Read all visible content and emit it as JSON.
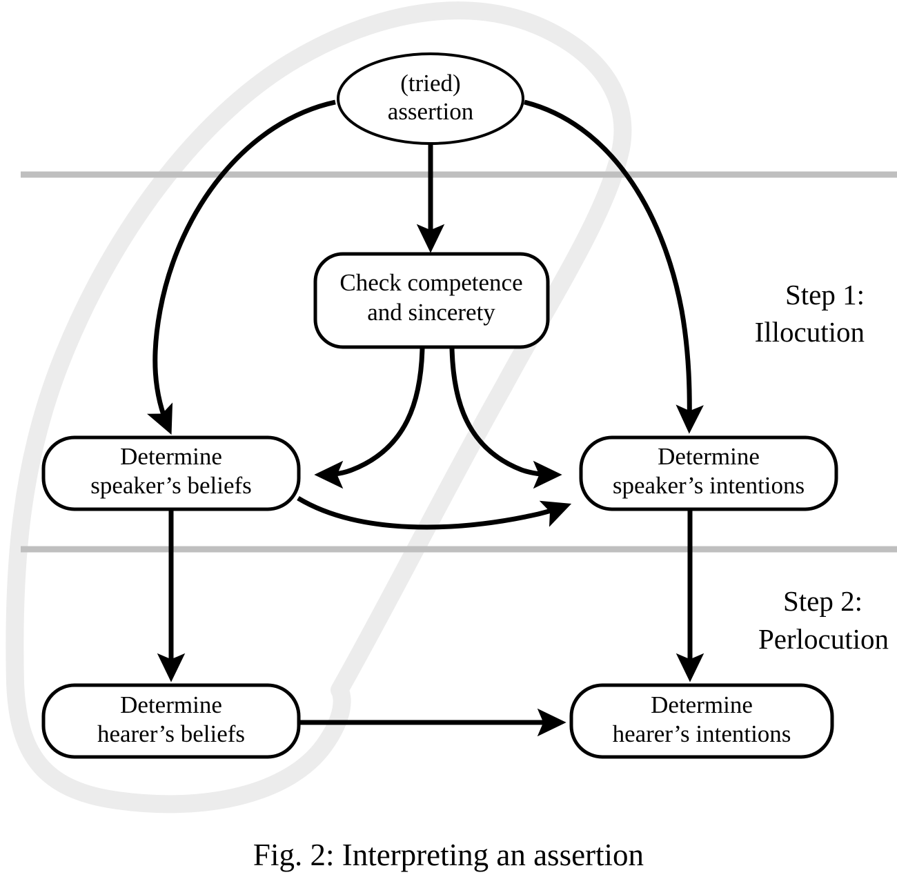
{
  "figure": {
    "caption": "Fig. 2: Interpreting an assertion",
    "background_color": "#ffffff",
    "line_color": "#000000",
    "divider_color": "#bfbfbf",
    "highlight_color": "#ececec"
  },
  "nodes": {
    "assertion": {
      "shape": "ellipse",
      "line1": "(tried)",
      "line2": "assertion"
    },
    "check": {
      "shape": "rounded-rect",
      "line1": "Check competence",
      "line2": "and sincerety"
    },
    "speaker_beliefs": {
      "shape": "rounded-rect",
      "line1": "Determine",
      "line2": "speaker’s beliefs"
    },
    "speaker_intentions": {
      "shape": "rounded-rect",
      "line1": "Determine",
      "line2": "speaker’s intentions"
    },
    "hearer_beliefs": {
      "shape": "rounded-rect",
      "line1": "Determine",
      "line2": "hearer’s beliefs"
    },
    "hearer_intentions": {
      "shape": "rounded-rect",
      "line1": "Determine",
      "line2": "hearer’s intentions"
    }
  },
  "steps": [
    {
      "id": "step-1",
      "line1": "Step 1:",
      "line2": "Illocution"
    },
    {
      "id": "step-2",
      "line1": "Step 2:",
      "line2": "Perlocution"
    }
  ],
  "edges": [
    {
      "id": "assertion-to-check",
      "from": "assertion",
      "to": "check",
      "style": "straight-arrow"
    },
    {
      "id": "assertion-to-speaker-beliefs",
      "from": "assertion",
      "to": "speaker_beliefs",
      "style": "curved-arrow"
    },
    {
      "id": "assertion-to-speaker-intentions",
      "from": "assertion",
      "to": "speaker_intentions",
      "style": "curved-arrow"
    },
    {
      "id": "check-to-speaker-beliefs",
      "from": "check",
      "to": "speaker_beliefs",
      "style": "curved-arrow"
    },
    {
      "id": "check-to-speaker-intentions",
      "from": "check",
      "to": "speaker_intentions",
      "style": "curved-arrow"
    },
    {
      "id": "speaker-beliefs-to-speaker-intentions",
      "from": "speaker_beliefs",
      "to": "speaker_intentions",
      "style": "curved-arrow"
    },
    {
      "id": "speaker-beliefs-to-hearer-beliefs",
      "from": "speaker_beliefs",
      "to": "hearer_beliefs",
      "style": "straight-arrow"
    },
    {
      "id": "speaker-intentions-to-hearer-intentions",
      "from": "speaker_intentions",
      "to": "hearer_intentions",
      "style": "straight-arrow"
    },
    {
      "id": "hearer-beliefs-to-hearer-intentions",
      "from": "hearer_beliefs",
      "to": "hearer_intentions",
      "style": "straight-arrow"
    }
  ]
}
